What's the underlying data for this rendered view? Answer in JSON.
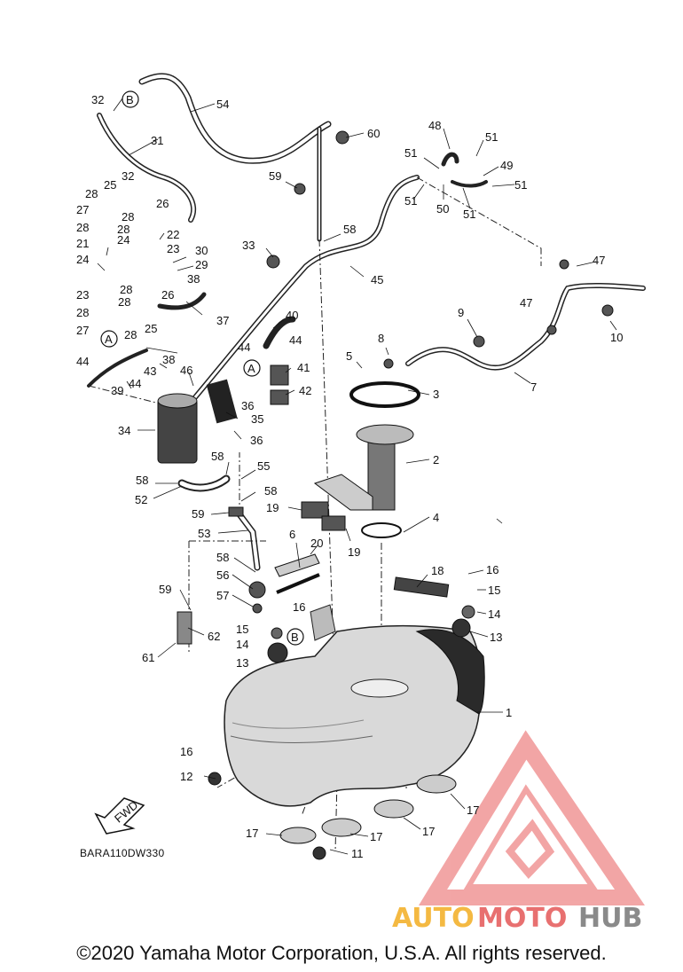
{
  "diagram": {
    "code": "BARA110DW330",
    "fwd_label": "FWD",
    "reference_marks": [
      "A",
      "B"
    ],
    "callouts": [
      "1",
      "2",
      "3",
      "4",
      "5",
      "6",
      "7",
      "8",
      "9",
      "10",
      "11",
      "12",
      "13",
      "14",
      "15",
      "16",
      "17",
      "18",
      "19",
      "20",
      "21",
      "22",
      "23",
      "24",
      "25",
      "26",
      "27",
      "28",
      "29",
      "30",
      "31",
      "32",
      "33",
      "34",
      "35",
      "36",
      "37",
      "38",
      "39",
      "40",
      "41",
      "42",
      "43",
      "44",
      "45",
      "46",
      "47",
      "48",
      "49",
      "50",
      "51",
      "52",
      "53",
      "54",
      "55",
      "56",
      "57",
      "58",
      "59",
      "60",
      "61",
      "62"
    ]
  },
  "watermark": {
    "part1": "AUTO",
    "part2": "MOTO",
    "part3": "HUB",
    "colors": {
      "auto": "#f4b942",
      "moto": "#e87070",
      "hub": "#8a8a8a",
      "triangle": "#e85c5c"
    }
  },
  "footer": {
    "copyright": "©2020 Yamaha Motor Corporation, U.S.A. All rights reserved."
  }
}
